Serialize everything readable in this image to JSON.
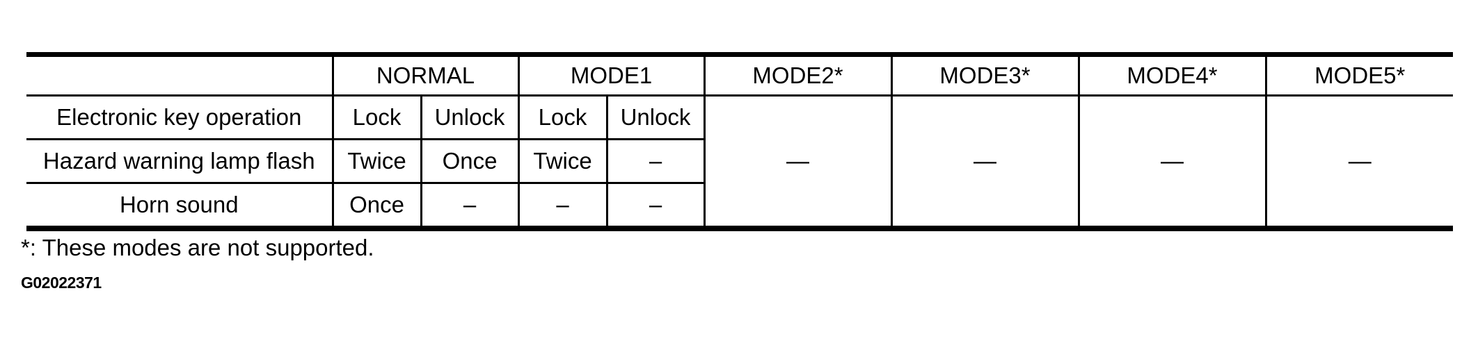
{
  "page": {
    "background_color": "#ffffff",
    "text_color": "#000000",
    "border_color": "#000000"
  },
  "table": {
    "corner_label": "",
    "header_groups": [
      {
        "label": "NORMAL",
        "span": 2
      },
      {
        "label": "MODE1",
        "span": 2
      },
      {
        "label": "MODE2*",
        "span": 1
      },
      {
        "label": "MODE3*",
        "span": 1
      },
      {
        "label": "MODE4*",
        "span": 1
      },
      {
        "label": "MODE5*",
        "span": 1
      }
    ],
    "rows": [
      {
        "label": "Electronic key operation",
        "values": [
          "Lock",
          "Unlock",
          "Lock",
          "Unlock"
        ]
      },
      {
        "label": "Hazard warning lamp flash",
        "values": [
          "Twice",
          "Once",
          "Twice",
          "–"
        ]
      },
      {
        "label": "Horn sound",
        "values": [
          "Once",
          "–",
          "–",
          "–"
        ]
      }
    ],
    "unsupported_mode_values": [
      "—",
      "—",
      "—",
      "—"
    ]
  },
  "footnote": "*: These modes are not supported.",
  "figure_id": "G02022371"
}
